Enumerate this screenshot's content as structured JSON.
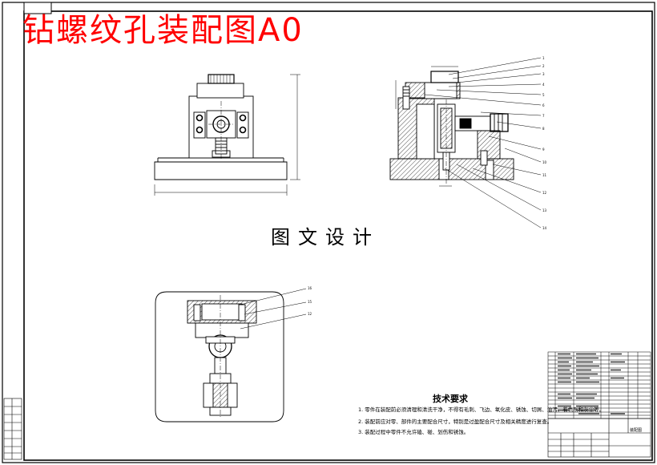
{
  "drawing": {
    "title": "钻螺纹孔装配图A0",
    "center_caption": "图文设计",
    "technical_requirements": {
      "title": "技术要求",
      "lines": [
        "1. 零件在装配前必须清理和清洗干净，不得有毛刺、飞边、氧化皮、锈蚀、切屑、油污、着色剂和灰尘等。",
        "2. 装配前应对零、部件的主要配合尺寸，特别是过盈配合尺寸及相关精度进行复查。",
        "3. 装配过程中零件不允许磕、碰、划伤和锈蚀。"
      ]
    },
    "part_balloons": [
      "1",
      "2",
      "3",
      "4",
      "5",
      "6",
      "7",
      "8",
      "9",
      "10",
      "11",
      "12",
      "13",
      "14"
    ],
    "lower_balloons": [
      "16",
      "15",
      "12"
    ],
    "title_block": {
      "drawing_name": "装配图"
    }
  }
}
